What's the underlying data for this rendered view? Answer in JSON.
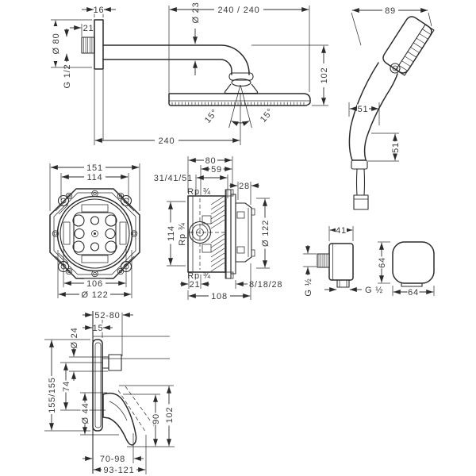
{
  "colors": {
    "line": "#2b2b2b",
    "text": "#3a3a3a",
    "background": "#ffffff"
  },
  "views": {
    "shower_arm_wall_mount": {
      "dims": {
        "flange_thickness": "16",
        "thread_length": "21",
        "flange_diameter": "Ø 80",
        "thread_size": "G 1/2",
        "arm_diameter": "Ø 23"
      }
    },
    "overhead_shower": {
      "dims": {
        "head_width": "240 / 240",
        "height": "102",
        "projection": "240",
        "tilt_left": "15°",
        "tilt_right": "15°"
      }
    },
    "hand_shower": {
      "dims": {
        "width": "89",
        "holder_width": "51",
        "handle_length": "51"
      }
    },
    "basic_set_front": {
      "dims": {
        "outer_width": "151",
        "inner_width": "114",
        "mount_width": "106",
        "diameter": "Ø 122"
      }
    },
    "basic_set_side": {
      "dims": {
        "depth": "80",
        "inner_depth": "59",
        "install_depth_range": "31/41/51",
        "front_unit_depth": "28",
        "thread_top": "Rp ¾",
        "thread_center": "Rp ¾",
        "thread_bottom": "Rp ¾",
        "height": "114",
        "diameter": "Ø 122",
        "bottom_offset": "21",
        "total_depth": "108",
        "trim_range": "8/18/28"
      }
    },
    "wall_outlet": {
      "dims": {
        "width": "41",
        "thread_side": "G ½",
        "thread_bottom": "G ½"
      }
    },
    "outlet_escutcheon": {
      "dims": {
        "height": "64",
        "width": "64"
      }
    },
    "bath_mixer_trim": {
      "dims": {
        "handle_projection": "52-80",
        "plate_thickness": "15",
        "shaft_diameter": "Ø 24",
        "plate_size": "155/155",
        "port_distance": "74",
        "hub_diameter": "Ø 44",
        "lever_drop": "90",
        "total_drop": "102",
        "lever_reach": "70-98",
        "max_reach": "93-121"
      }
    }
  }
}
